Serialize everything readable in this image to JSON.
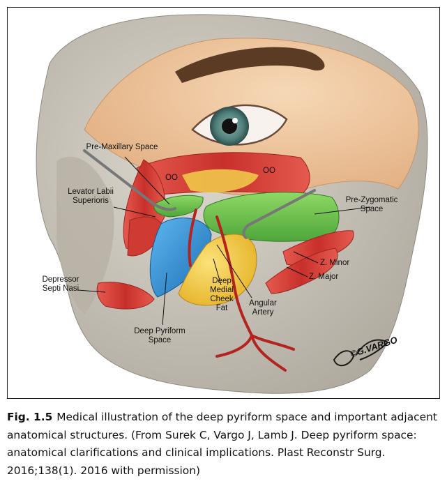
{
  "figure": {
    "labels": {
      "pre_maxillary_space": "Pre-Maxillary Space",
      "levator_labii_superioris": "Levator Labii Superioris",
      "oo_left": "OO",
      "oo_right": "OO",
      "pre_zygomatic_space": "Pre-Zygomatic Space",
      "z_minor": "Z. Minor",
      "z_major": "Z. Major",
      "depressor_septi_nasi": "Depressor Septi Nasi",
      "deep_medial_cheek_fat": "Deep Medial Cheek Fat",
      "angular_artery": "Angular Artery",
      "deep_pyriform_space": "Deep Pyriform Space"
    },
    "signature": "©G.VARGO"
  },
  "caption": {
    "figure_number": "Fig. 1.5",
    "text": "Medical illustration of the deep pyriform space and important adjacent anatomical structures. (From Surek C, Vargo J, Lamb J. Deep pyriform space: anatomical clarifications and clinical implications. Plast Reconstr Surg. 2016;138(1). 2016 with permission)"
  },
  "colors": {
    "bone": "#c8c2b8",
    "skin": "#efc9a3",
    "muscle": "#d9463f",
    "fat": "#f2cc3a",
    "space_green": "#6cc04a",
    "space_blue": "#2a8fd6",
    "artery": "#b3231f",
    "iris": "#4f7f7a"
  }
}
